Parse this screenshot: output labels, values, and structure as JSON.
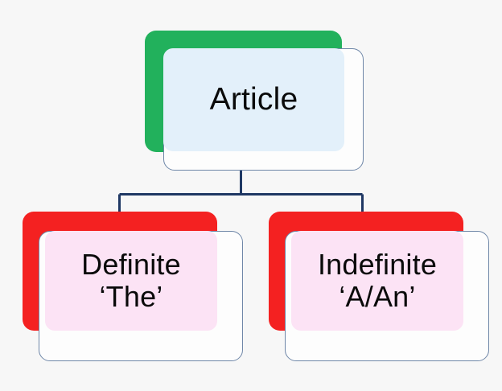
{
  "diagram": {
    "title": "Article",
    "background_color": "#f7f7f7",
    "connector_color": "#1f3864",
    "root": {
      "label": "Article",
      "shadow_color": "#22b15c",
      "fill_color": "#e3f0fa",
      "outline_color": "#6f87a8"
    },
    "children": [
      {
        "label": "Definite\n‘The’",
        "line1": "Definite",
        "line2": "‘The’",
        "shadow_color": "#f42121",
        "fill_color": "#fce3f5",
        "outline_color": "#6f87a8"
      },
      {
        "label": "Indefinite\n‘A/An’",
        "line1": "Indefinite",
        "line2": "‘A/An’",
        "shadow_color": "#f42121",
        "fill_color": "#fce3f5",
        "outline_color": "#6f87a8"
      }
    ]
  }
}
